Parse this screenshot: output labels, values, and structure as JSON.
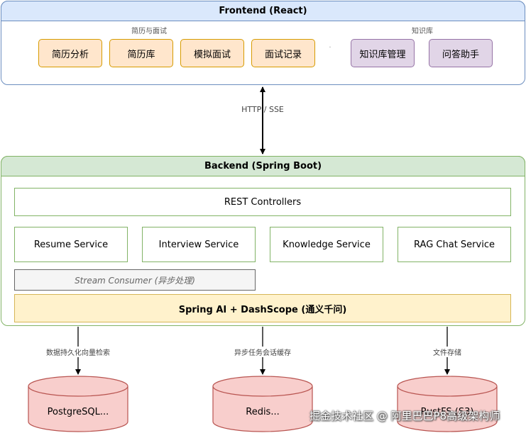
{
  "frontend": {
    "title": "Frontend (React)",
    "groups": {
      "resume_label": "简历与面试",
      "knowledge_label": "知识库"
    },
    "resume_items": [
      "简历分析",
      "简历库",
      "模拟面试",
      "面试记录"
    ],
    "knowledge_items": [
      "知识库管理",
      "问答助手"
    ],
    "separator": "·"
  },
  "connection": {
    "label": "HTTP / SSE"
  },
  "backend": {
    "title": "Backend (Spring Boot)",
    "rest": "REST Controllers",
    "services": [
      "Resume Service",
      "Interview Service",
      "Knowledge Service",
      "RAG Chat Service"
    ],
    "stream": "Stream Consumer (异步处理)",
    "ai": "Spring AI + DashScope (通义千问)"
  },
  "storage": [
    {
      "edge_label": "数据持久化向量检索",
      "name": "PostgreSQL..."
    },
    {
      "edge_label": "异步任务会话缓存",
      "name": "Redis..."
    },
    {
      "edge_label": "文件存储",
      "name": "RustFS (S3)"
    }
  ],
  "watermark": "掘金技术社区 @ 阿里巴巴P8高级架构师",
  "colors": {
    "frontend_header": "#dae8fc",
    "frontend_border": "#6c8ebf",
    "backend_header": "#d5e8d4",
    "backend_border": "#82b366",
    "resume_item_fill": "#ffe6cc",
    "knowledge_item_fill": "#e1d5e7",
    "ai_fill": "#fff2cc",
    "database_fill": "#f8cecc",
    "database_border": "#b85450"
  }
}
